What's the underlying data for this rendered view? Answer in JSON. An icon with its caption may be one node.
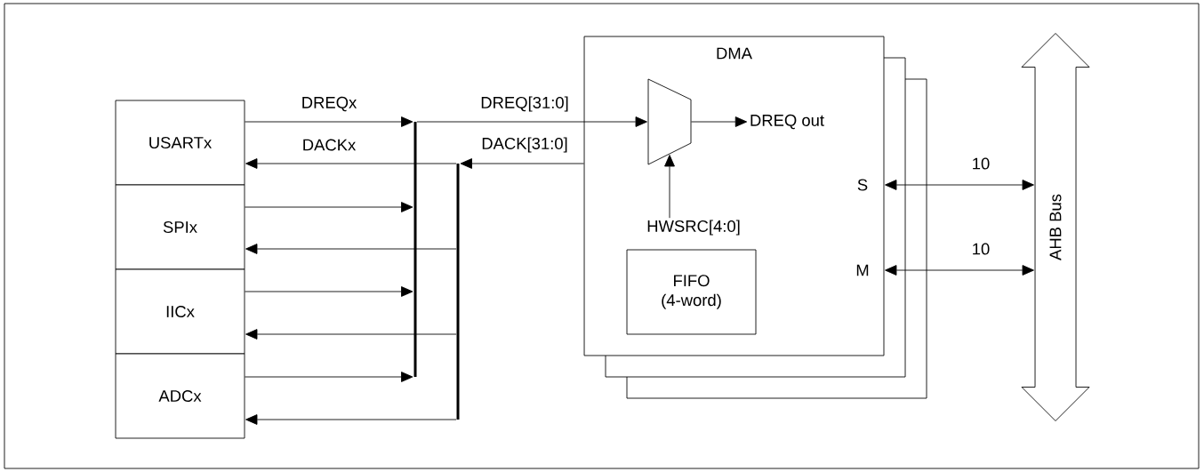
{
  "diagram": {
    "nodes": [
      {
        "text": [
          "USARTx"
        ]
      },
      {
        "text": [
          "SPIx"
        ]
      },
      {
        "text": [
          "IICx"
        ]
      },
      {
        "text": [
          "ADCx"
        ]
      },
      {
        "text": [],
        "shape": "bar"
      },
      {
        "text": [],
        "shape": "bar"
      },
      {
        "text": [
          "DMA"
        ]
      },
      {
        "text": [],
        "shape": "trapezoid",
        "in": 6
      },
      {
        "text": [
          "DREQ out"
        ],
        "in": 6
      },
      {
        "text": [
          "HWSRC[4:0]"
        ],
        "in": 6
      },
      {
        "text": [
          "FIFO (4-word)"
        ],
        "in": 6
      },
      {
        "text": [
          "AHB Bus"
        ]
      }
    ],
    "edges": [
      {
        "from": 0,
        "to": 4,
        "arrow": "to",
        "label": "DREQx"
      },
      {
        "from": 1,
        "to": 4,
        "arrow": "to"
      },
      {
        "from": 2,
        "to": 4,
        "arrow": "to"
      },
      {
        "from": 3,
        "to": 4,
        "arrow": "to"
      },
      {
        "from": 5,
        "to": 0,
        "arrow": "to",
        "label": "DACKx"
      },
      {
        "from": 5,
        "to": 1,
        "arrow": "to"
      },
      {
        "from": 5,
        "to": 2,
        "arrow": "to"
      },
      {
        "from": 5,
        "to": 3,
        "arrow": "to"
      },
      {
        "from": 4,
        "to": 7,
        "arrow": "to",
        "label": "DREQ[31:0]"
      },
      {
        "from": 6,
        "to": 5,
        "arrow": "to",
        "label": "DACK[31:0]"
      },
      {
        "from": 7,
        "to": 8,
        "arrow": "to"
      },
      {
        "from": 9,
        "to": 7,
        "arrow": "to"
      },
      {
        "from": 6,
        "to": 11,
        "arrow": "both",
        "label": "10"
      },
      {
        "from": 6,
        "to": 11,
        "arrow": "both",
        "label": "10"
      }
    ],
    "labels": [
      "S",
      "M"
    ]
  }
}
